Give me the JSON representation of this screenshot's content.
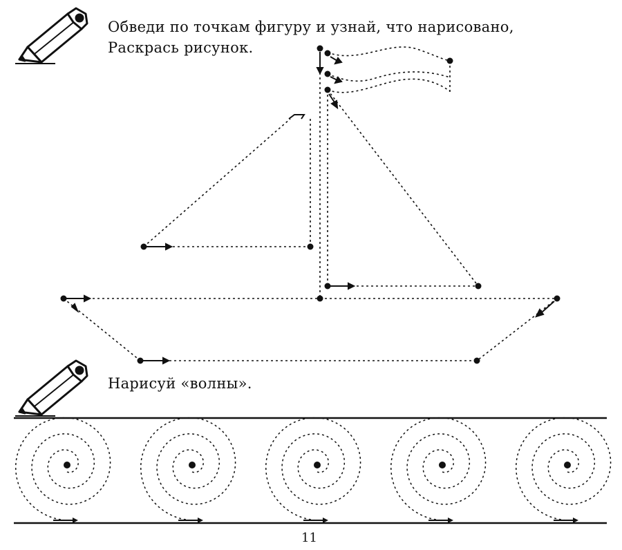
{
  "instructions": {
    "task1_line1": "Обведи по точкам фигуру и узнай, что нарисовано,",
    "task1_line2": "Раскрась рисунок.",
    "task2": "Нарисуй «волны»."
  },
  "page_number": "11",
  "icons": {
    "pencil": "pencil-icon"
  },
  "colors": {
    "ink": "#111111",
    "paper": "#ffffff"
  },
  "wave_count": 5
}
